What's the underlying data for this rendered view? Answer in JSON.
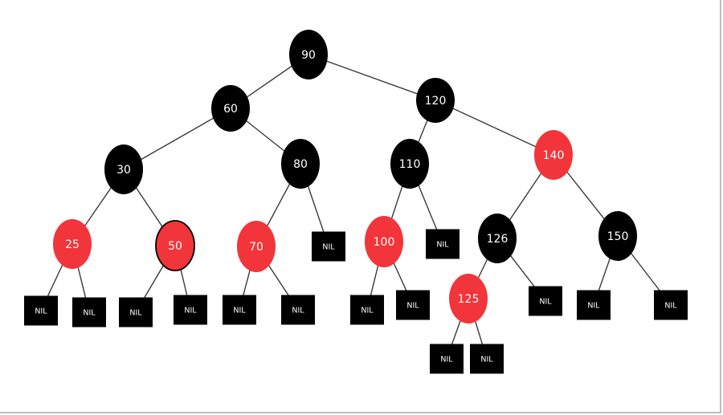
{
  "tree": {
    "colors": {
      "black": "#000000",
      "red": "#f2353a",
      "edge": "#3a3a3a"
    },
    "nodes": [
      {
        "id": "n90",
        "label": "90",
        "color": "black"
      },
      {
        "id": "n60",
        "label": "60",
        "color": "black"
      },
      {
        "id": "n120",
        "label": "120",
        "color": "black"
      },
      {
        "id": "n30",
        "label": "30",
        "color": "black"
      },
      {
        "id": "n80",
        "label": "80",
        "color": "black"
      },
      {
        "id": "n110",
        "label": "110",
        "color": "black"
      },
      {
        "id": "n140",
        "label": "140",
        "color": "red"
      },
      {
        "id": "n25",
        "label": "25",
        "color": "red"
      },
      {
        "id": "n50",
        "label": "50",
        "color": "red"
      },
      {
        "id": "n70",
        "label": "70",
        "color": "red"
      },
      {
        "id": "n100",
        "label": "100",
        "color": "red"
      },
      {
        "id": "n126",
        "label": "126",
        "color": "black"
      },
      {
        "id": "n150",
        "label": "150",
        "color": "black"
      },
      {
        "id": "n125",
        "label": "125",
        "color": "red"
      }
    ],
    "nil_label": "NIL",
    "nils": [
      "nil-25-l",
      "nil-25-r",
      "nil-50-l",
      "nil-50-r",
      "nil-70-l",
      "nil-70-r",
      "nil-80-r",
      "nil-100-l",
      "nil-100-r",
      "nil-110-r",
      "nil-125-l",
      "nil-125-r",
      "nil-126-r",
      "nil-150-l",
      "nil-150-r"
    ]
  }
}
